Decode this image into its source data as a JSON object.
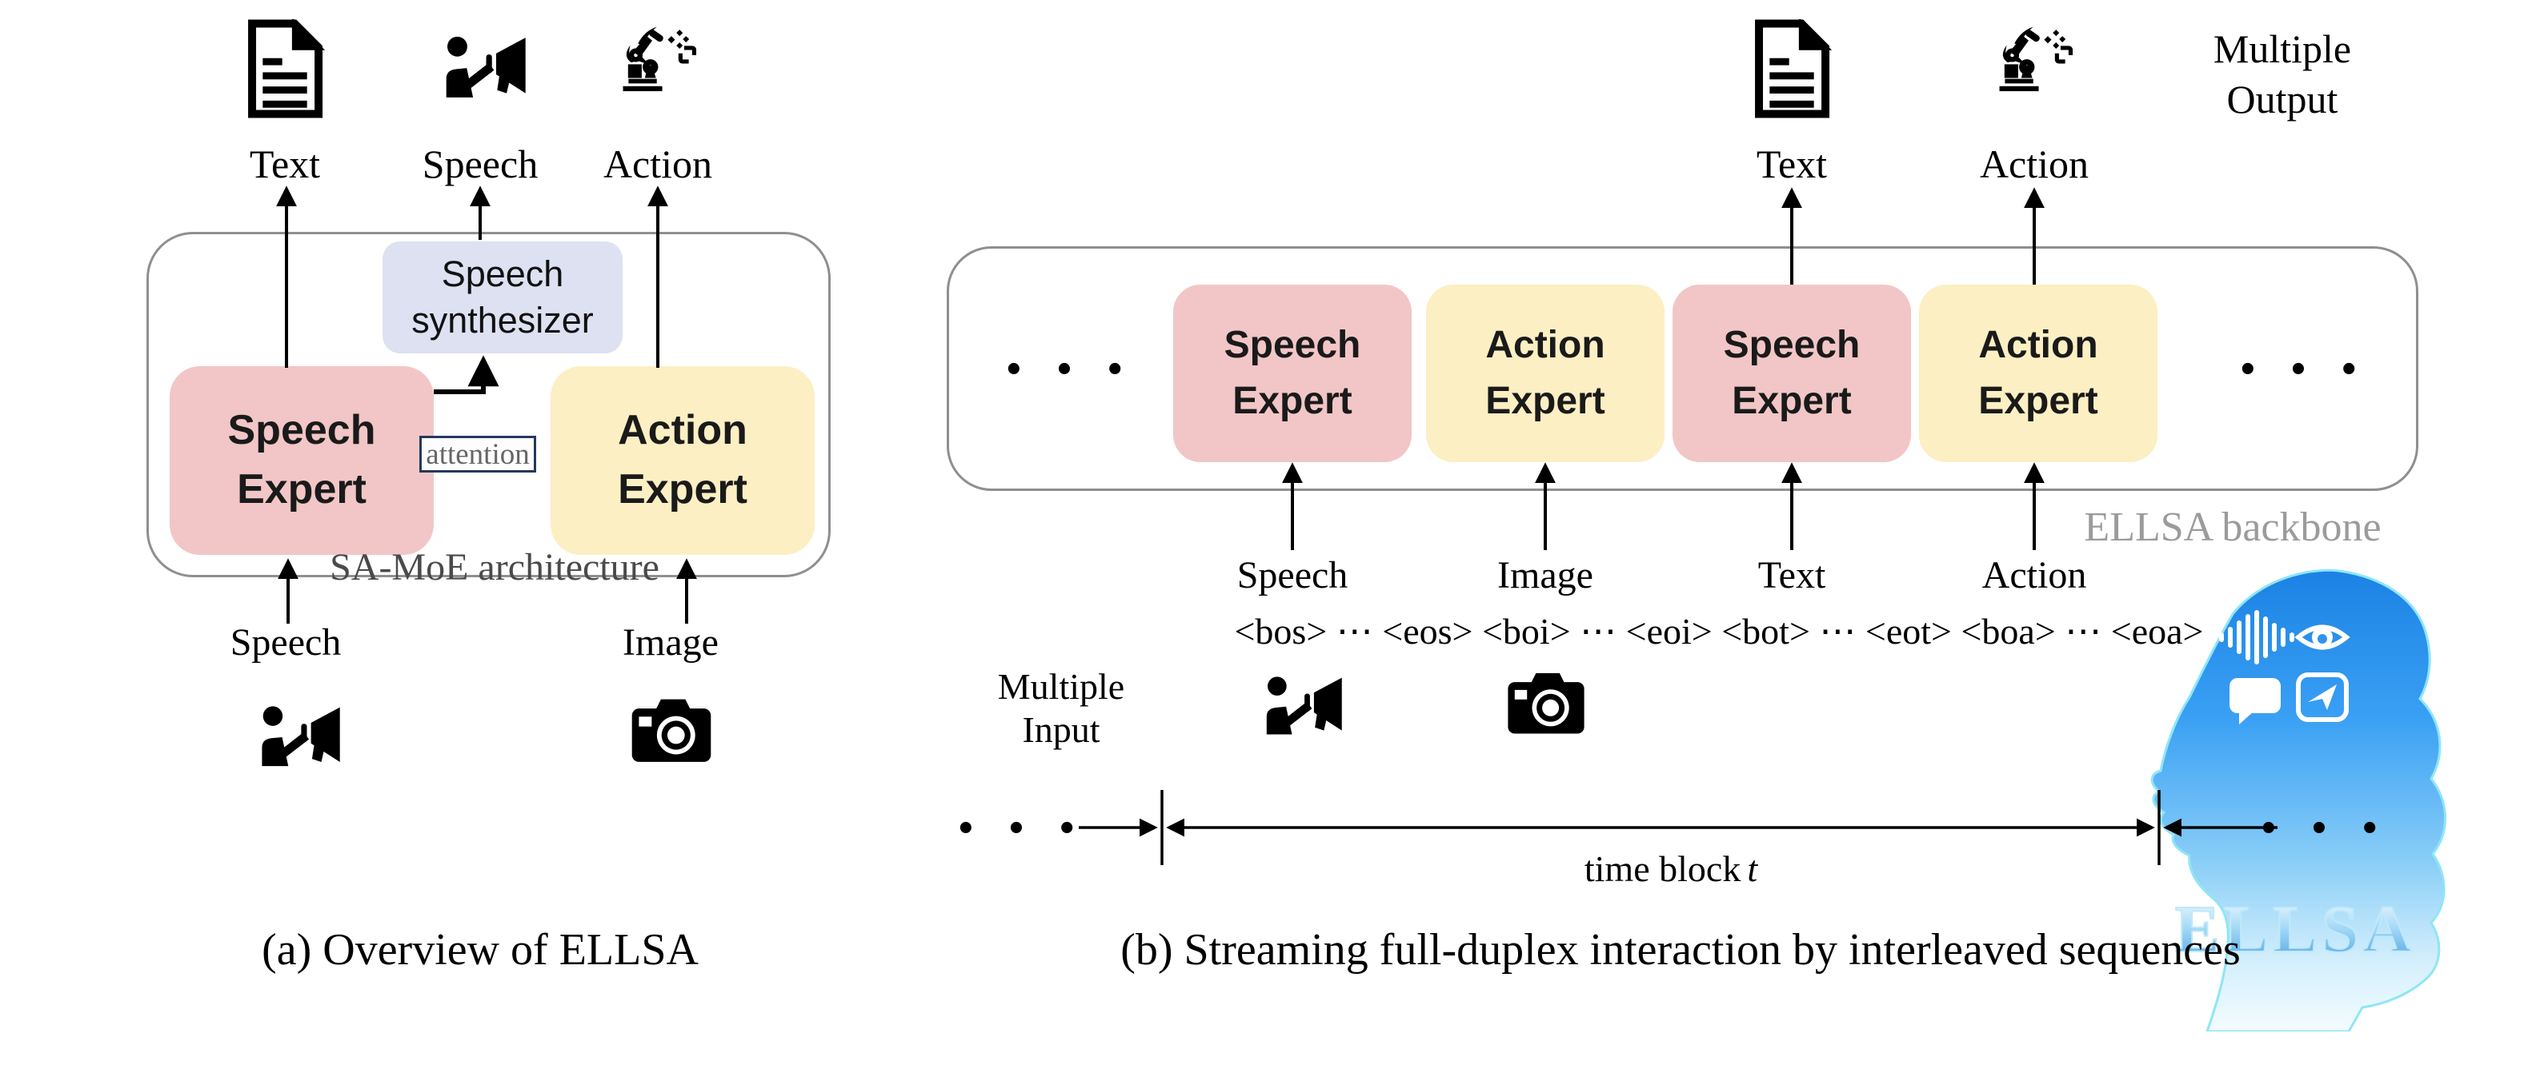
{
  "figure": {
    "subject": "ELLSA architecture figure"
  },
  "colors": {
    "speech_expert_bg": "#f2c6c6",
    "action_expert_bg": "#fcefc3",
    "synthesizer_bg": "#dde1f1",
    "frame_border": "#8f8f8f",
    "attention_border": "#23395d",
    "architecture_text": "#4a4a4a",
    "backbone_text": "#9b9b9b",
    "logo_blue": "#2b9af3"
  },
  "shared": {
    "dots": "• • •"
  },
  "panel_a": {
    "caption": "(a) Overview of ELLSA",
    "output_labels": [
      "Text",
      "Speech",
      "Action"
    ],
    "synthesizer_label": "Speech synthesizer",
    "experts": [
      "Speech Expert",
      "Action Expert"
    ],
    "attention_label": "attention",
    "architecture_label": "SA-MoE architecture",
    "input_labels": [
      "Speech",
      "Image"
    ]
  },
  "panel_b": {
    "caption": "(b) Streaming full-duplex interaction by interleaved sequences",
    "multiple_output_label": "Multiple Output",
    "multiple_input_label": "Multiple Input",
    "output_labels": [
      "Text",
      "Action"
    ],
    "experts": [
      "Speech Expert",
      "Action Expert",
      "Speech Expert",
      "Action Expert"
    ],
    "backbone_label": "ELLSA backbone",
    "io_labels": [
      "Speech",
      "Image",
      "Text",
      "Action"
    ],
    "token_sequence": "<bos> ⋯ <eos> <boi> ⋯ <eoi> <bot> ⋯ <eot> <boa> ⋯ <eoa>",
    "time_block_prefix": "time block",
    "time_block_var": "t",
    "logo_text": "ELLSA"
  }
}
